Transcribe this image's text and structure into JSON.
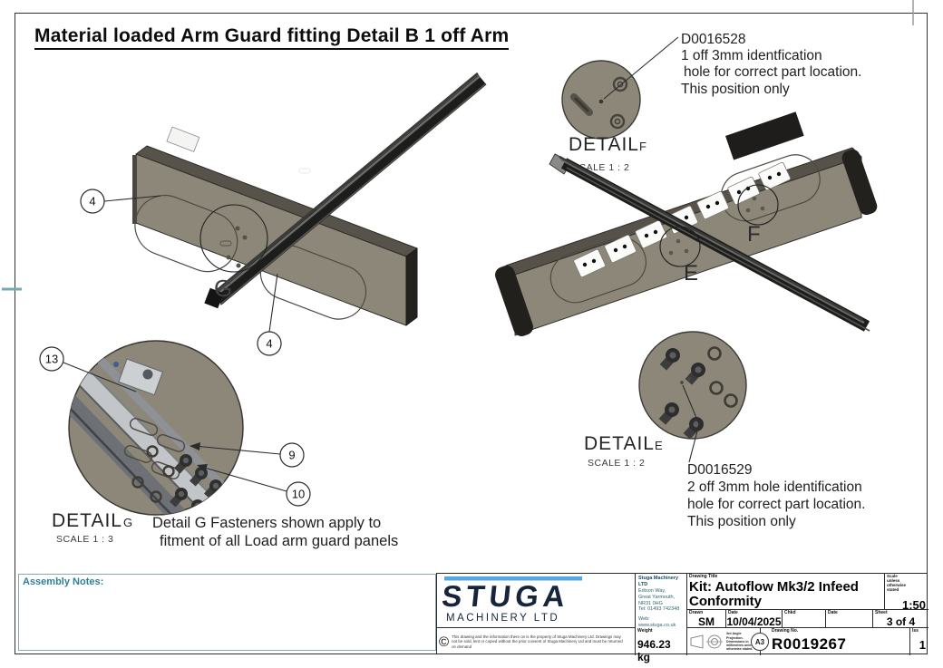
{
  "page": {
    "title": "Material loaded Arm Guard fitting Detail B 1 off Arm"
  },
  "callouts": {
    "f": {
      "part_no": "D0016528",
      "line1": "1 off 3mm identfication",
      "line2": " hole for correct part location.",
      "line3": "This position only"
    },
    "e": {
      "part_no": "D0016529",
      "line1": "2 off 3mm hole identification",
      "line2": "hole for correct part location.",
      "line3": "This position only"
    }
  },
  "details": {
    "f": {
      "name": "DETAIL",
      "letter": "F",
      "scale": "SCALE 1 : 2"
    },
    "e": {
      "name": "DETAIL",
      "letter": "E",
      "scale": "SCALE 1 : 2"
    },
    "g": {
      "name": "DETAIL",
      "letter": "G",
      "scale": "SCALE 1 : 3",
      "note1": "Detail G Fasteners shown apply to",
      "note2": "fitment of all Load arm guard panels"
    }
  },
  "view_letters": {
    "g": "G",
    "f": "F",
    "e": "E"
  },
  "balloons": {
    "item4_left": "4",
    "item4_right": "4",
    "item13": "13",
    "item9": "9",
    "item10": "10"
  },
  "titleblock": {
    "assembly_notes_label": "Assembly Notes:",
    "logo": {
      "name": "STUGA",
      "subtitle": "MACHINERY LTD"
    },
    "company": {
      "name": "Stuga Machinery LTD",
      "addr1": "Edison Way,",
      "addr2": "Great Yarmouth,",
      "addr3": "NR31 0HG",
      "addr4": "Tel: 01493 742348",
      "web": "Web: www.stuga.co.uk"
    },
    "drawing_title_label": "Drawing Title",
    "drawing_title": "Kit: Autoflow Mk3/2 Infeed Conformity",
    "scale_label": "Scale unless otherwise stated",
    "scale_value": "1:50",
    "drawn_label": "Drawn",
    "drawn_value": "SM",
    "date_label": "Date",
    "date_value": "10/04/2025",
    "chkd_label": "Chkd",
    "chkd_value": "",
    "date2_label": "Date",
    "date2_value": "",
    "sheet_label": "Sheet",
    "sheet_value": "3 of 4",
    "copyright_symbol": "©",
    "copyright_text": "This drawing and the information there on is the property of Stuga Machinery Ltd. Drawings may not be sold, lent or copied without the prior consent of Stuga Machinery Ltd and must be returned on demand",
    "weight_label": "Weight",
    "weight_value": "946.23 kg",
    "projection_note": "3rd Angle Projection. Dimensions in millimetres unless otherwise stated.",
    "paper_size": "A3",
    "drawing_no_label": "Drawing No.",
    "drawing_no_value": "R0019267",
    "iss_label": "Iss",
    "iss_value": "1"
  },
  "colors": {
    "panel_grey": "#8d8779",
    "teal": "#2e7f95",
    "logo_navy": "#16253b",
    "logo_blue": "#54a7e0"
  }
}
